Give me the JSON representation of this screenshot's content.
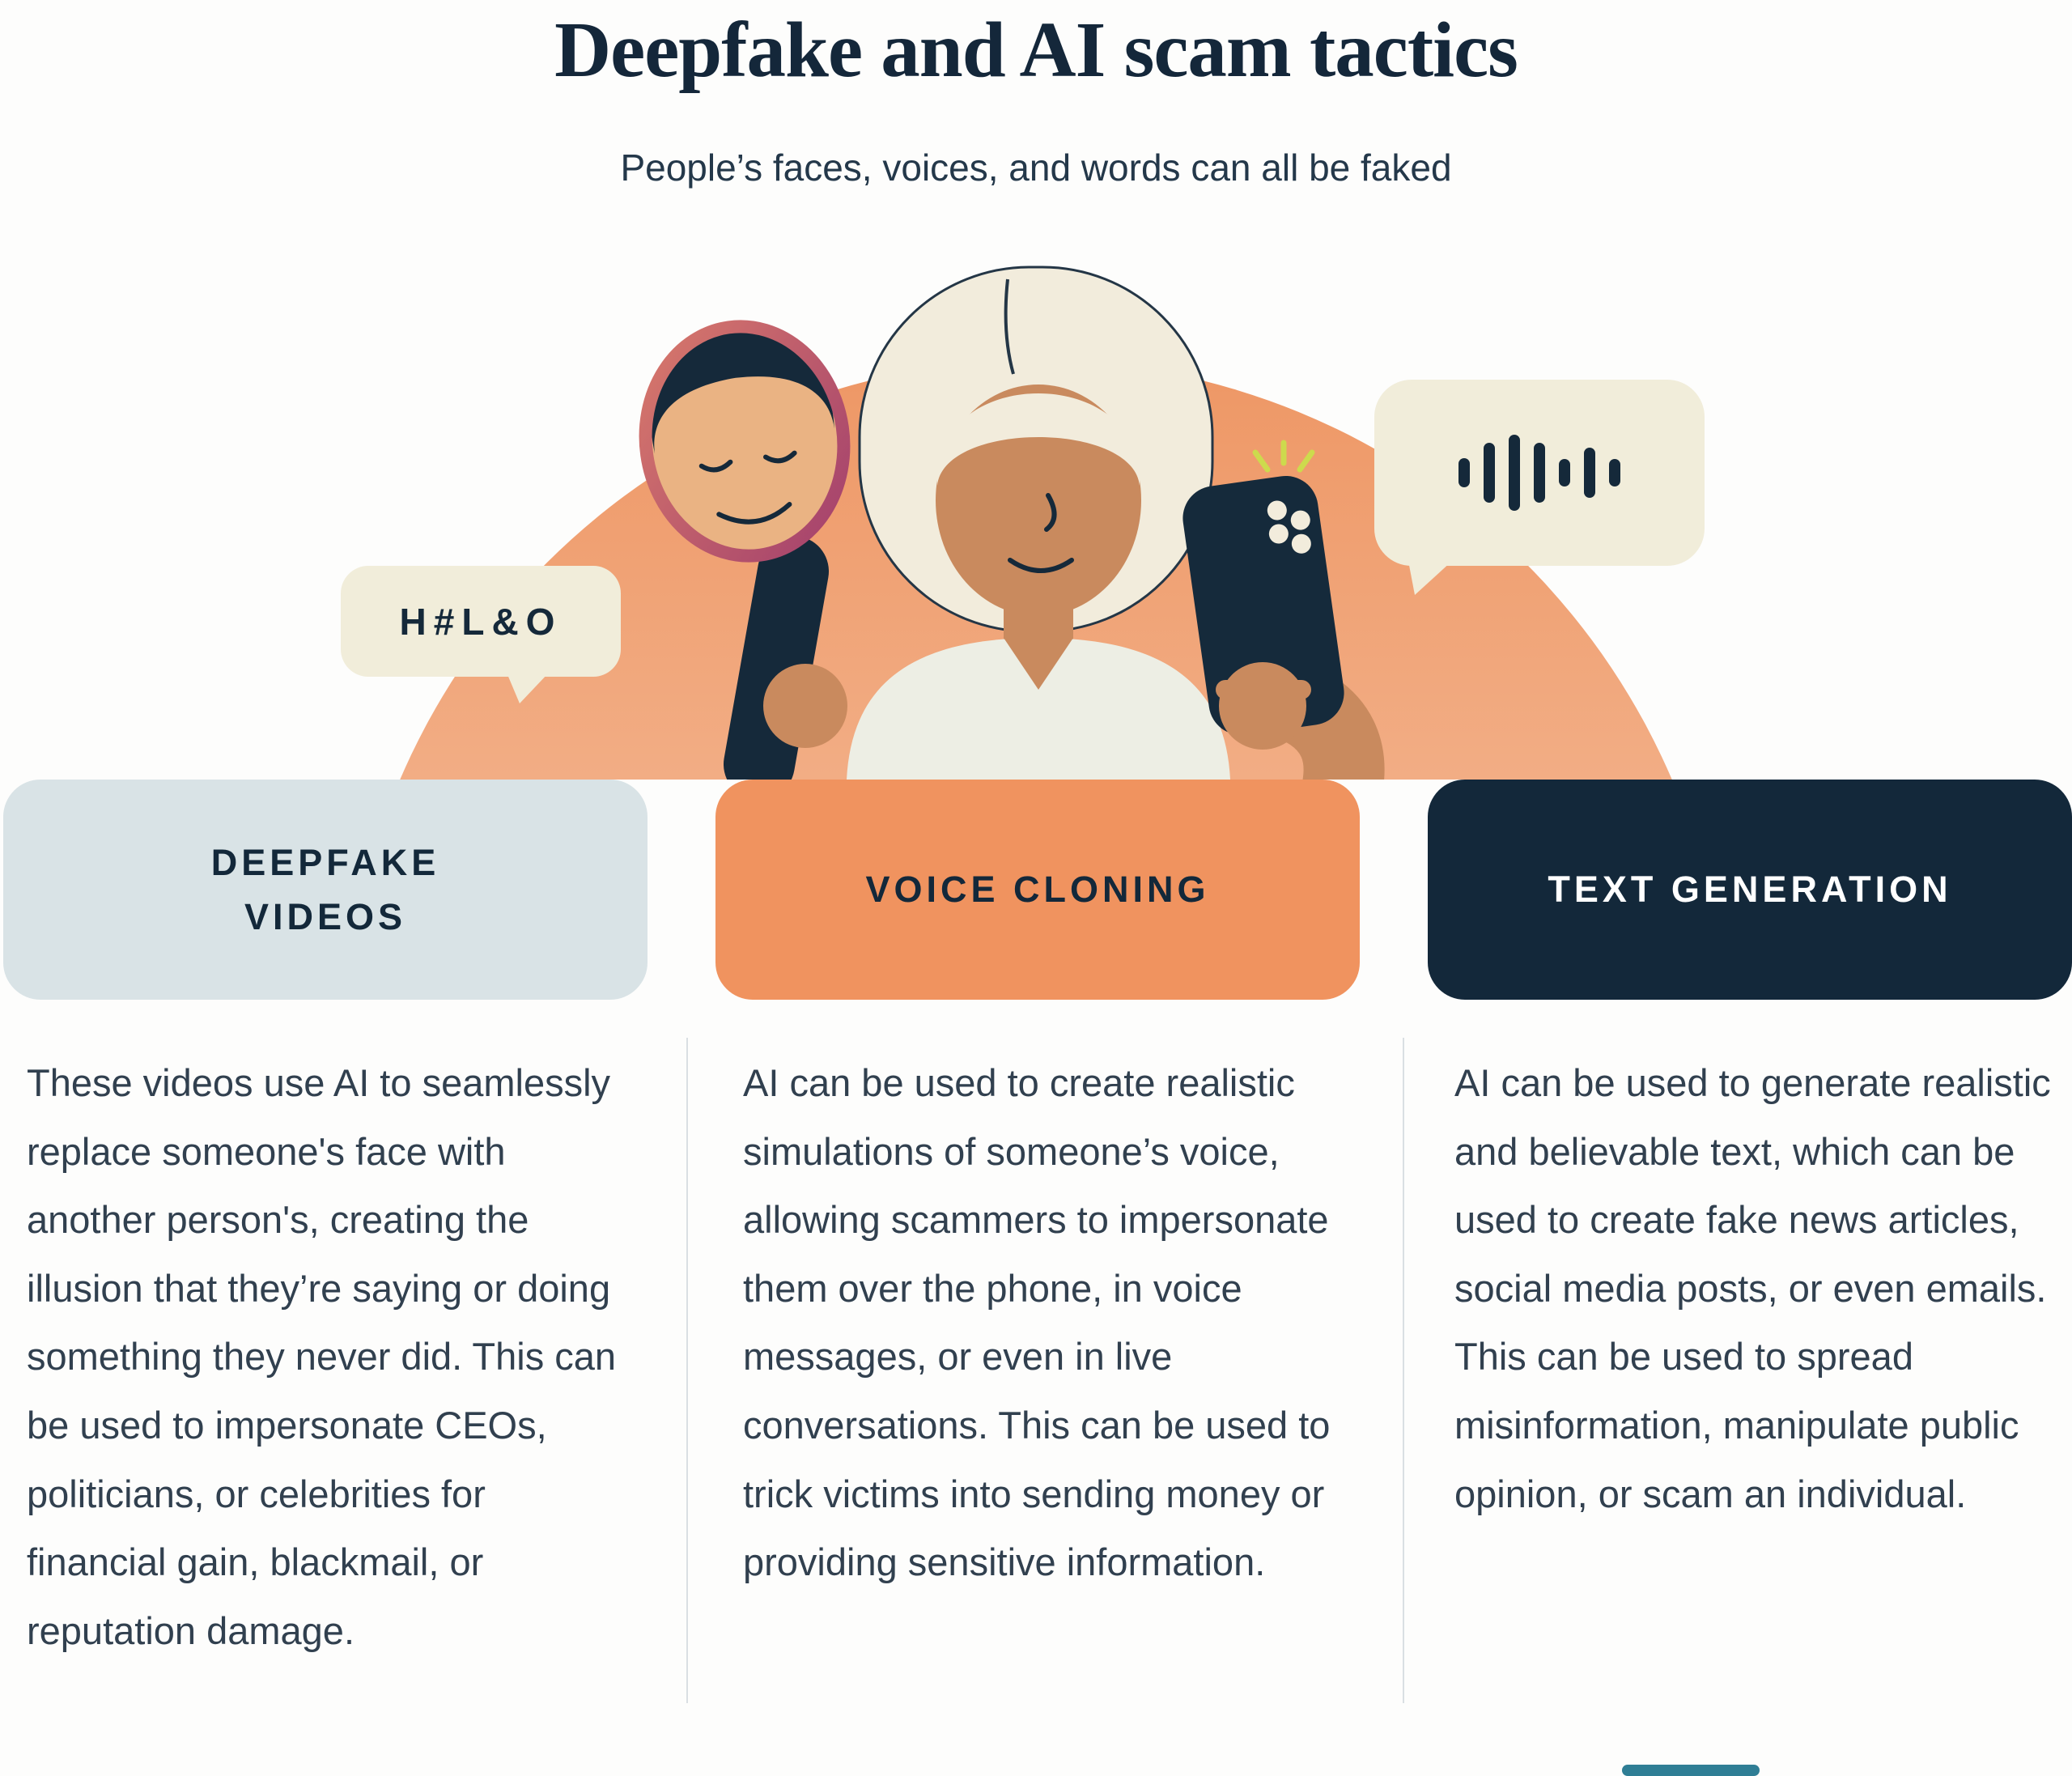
{
  "header": {
    "title": "Deepfake and AI scam tactics",
    "subtitle": "People’s faces, voices, and words can all be faked"
  },
  "illustration": {
    "speech_bubble_text": "H#L&O",
    "voice_bubble_icon": "waveform-icon"
  },
  "cards": [
    {
      "title": "DEEPFAKE VIDEOS",
      "bg": "#d9e3e6",
      "text_color": "#13283a",
      "body": "These videos use AI to seamlessly replace someone's face with another person's, creating the illusion that they’re saying or doing something they never did. This can be used to impersonate CEOs, politicians, or celebrities for financial gain, blackmail, or reputation damage."
    },
    {
      "title": "VOICE CLONING",
      "bg": "#f0935f",
      "text_color": "#13283a",
      "body": "AI can be used to create realistic simulations of someone’s voice, allowing scammers to impersonate them over the phone, in voice messages, or even in live conversations. This can be used to trick victims into sending money or providing sensitive information."
    },
    {
      "title": "TEXT GENERATION",
      "bg": "#13283a",
      "text_color": "#ffffff",
      "body": "AI can be used to generate realistic and believable text, which can be used to create fake news articles, social media posts, or even emails. This can be used to spread misinformation, manipulate public opinion, or scam an individual."
    }
  ],
  "colors": {
    "title_navy": "#14273a",
    "body_text": "#31404f",
    "circle_orange_top": "#ee9765",
    "circle_peach_bottom": "#fbe0cd",
    "bubble_cream": "#f1edda",
    "mask_ring_pink": "#b44a6c",
    "teal_accent": "#2f7e95"
  }
}
